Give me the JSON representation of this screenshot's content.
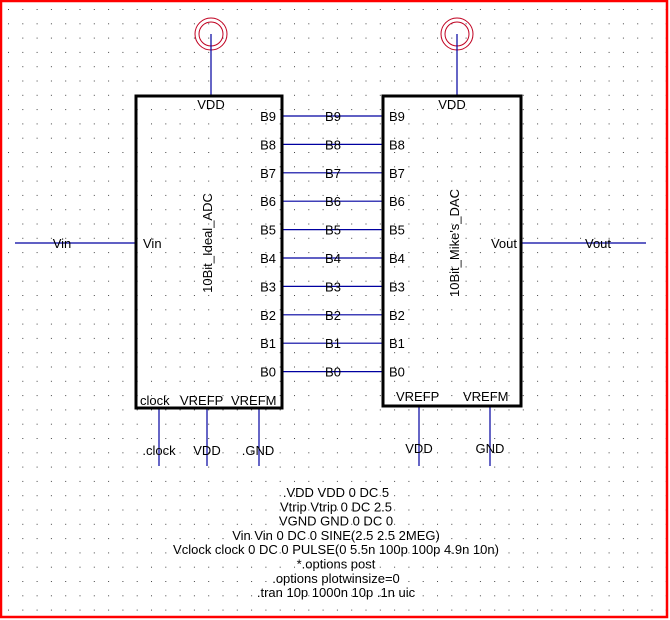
{
  "adc": {
    "name": "10Bit_Ideal_ADC",
    "vdd": "VDD",
    "vin": "Vin",
    "clock": "clock",
    "vrefp": "VREFP",
    "vrefm": "VREFM"
  },
  "dac": {
    "name": "10Bit_Mike's_DAC",
    "vdd": "VDD",
    "vout": "Vout",
    "vrefp": "VREFP",
    "vrefm": "VREFM"
  },
  "bits": [
    "B9",
    "B8",
    "B7",
    "B6",
    "B5",
    "B4",
    "B3",
    "B2",
    "B1",
    "B0"
  ],
  "nets": {
    "vin": "Vin",
    "vout": "Vout",
    "clock": ".clock",
    "adc_vrefp": "VDD",
    "adc_vrefm": ".GND",
    "dac_vrefp": "VDD",
    "dac_vrefm": "GND"
  },
  "netlist": [
    ".VDD VDD 0 DC 5",
    "Vtrip Vtrip 0 DC 2.5",
    "VGND GND 0 DC 0",
    "Vin Vin 0 DC 0 SINE(2.5 2.5 2MEG)",
    "Vclock clock 0 DC 0 PULSE(0 5.5n 100p 100p 4.9n 10n)",
    "*.options post",
    ".options plotwinsize=0",
    ".tran 10p 1000n 10p .1n uic"
  ],
  "colors": {
    "wire": "#0000a0",
    "border": "#ff0000",
    "supply": "#c00020"
  }
}
